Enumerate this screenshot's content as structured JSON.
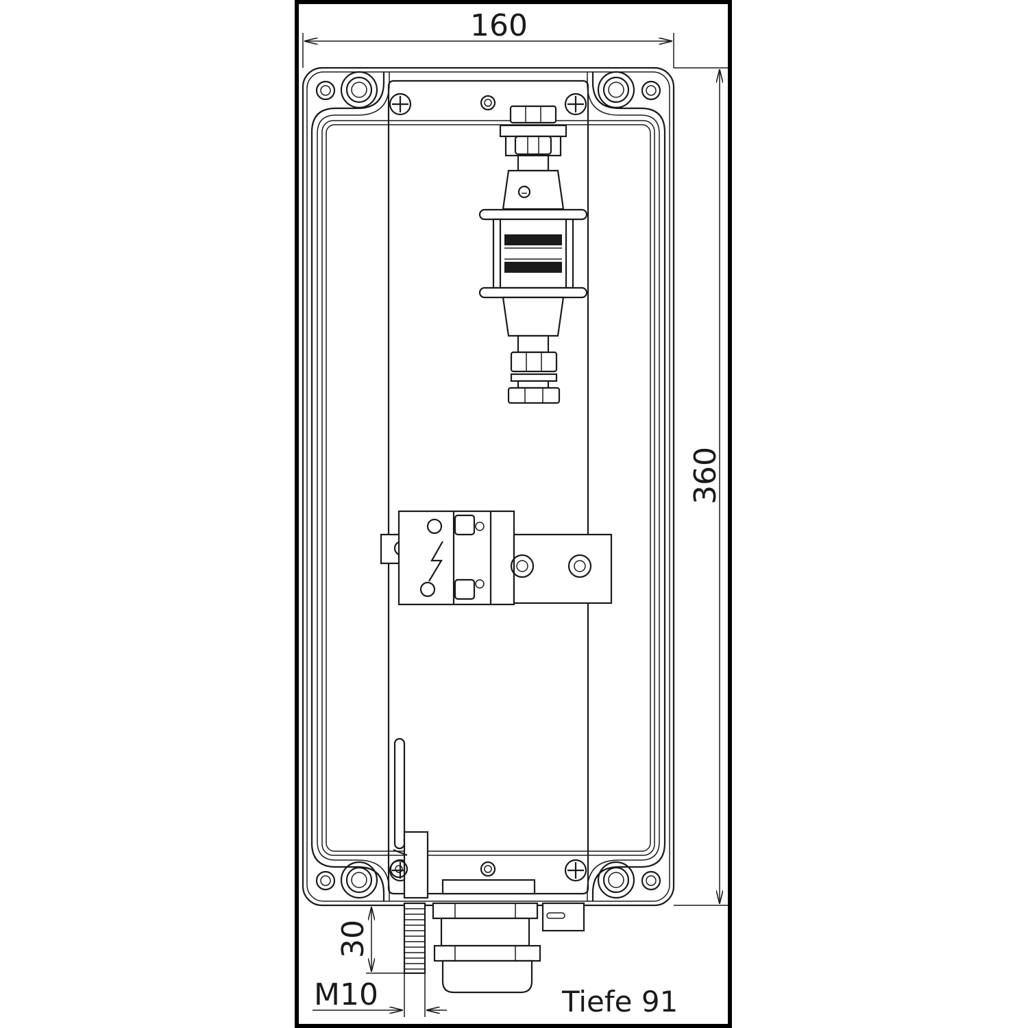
{
  "dimensions": {
    "width": "160",
    "height": "360",
    "bolt_length": "30",
    "thread": "M10",
    "depth": "Tiefe 91"
  },
  "colors": {
    "line": "#1a1a1a",
    "frame": "#000000",
    "background": "#ffffff"
  }
}
